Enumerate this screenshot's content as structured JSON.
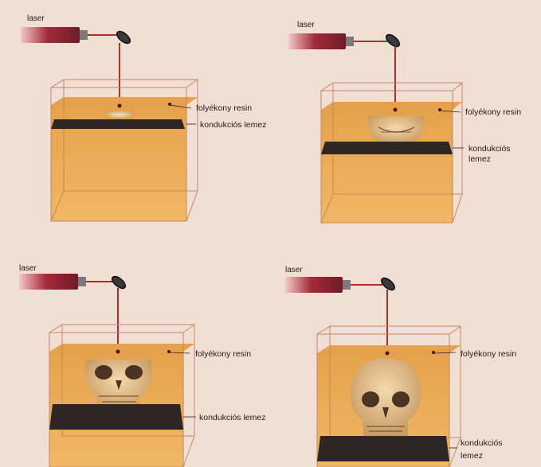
{
  "palette": {
    "background": "#efdfd5",
    "resin": "#e9a64a",
    "resin_light": "#f2c47e",
    "plate": "#2e2623",
    "laser_beam": "#b22a2a",
    "laser_body": "#8a2430"
  },
  "panels": [
    {
      "laser_label": "laser",
      "resin_label": "folyékony resin",
      "plate_label_lines": [
        "kondukciós lemez"
      ],
      "printed_object": "skull-partial"
    },
    {
      "laser_label": "laser",
      "resin_label": "folyékony resin",
      "plate_label_lines": [
        "kondukciós",
        "lemez"
      ],
      "printed_object": "skull-lower-third"
    },
    {
      "laser_label": "laser",
      "resin_label": "folyékony resin",
      "plate_label_lines": [
        "kondukciós lemez"
      ],
      "printed_object": "skull-most"
    },
    {
      "laser_label": "laser",
      "resin_label": "folyékony resin",
      "plate_label_lines": [
        "kondukciós",
        "lemez"
      ],
      "printed_object": "skull-complete"
    }
  ]
}
